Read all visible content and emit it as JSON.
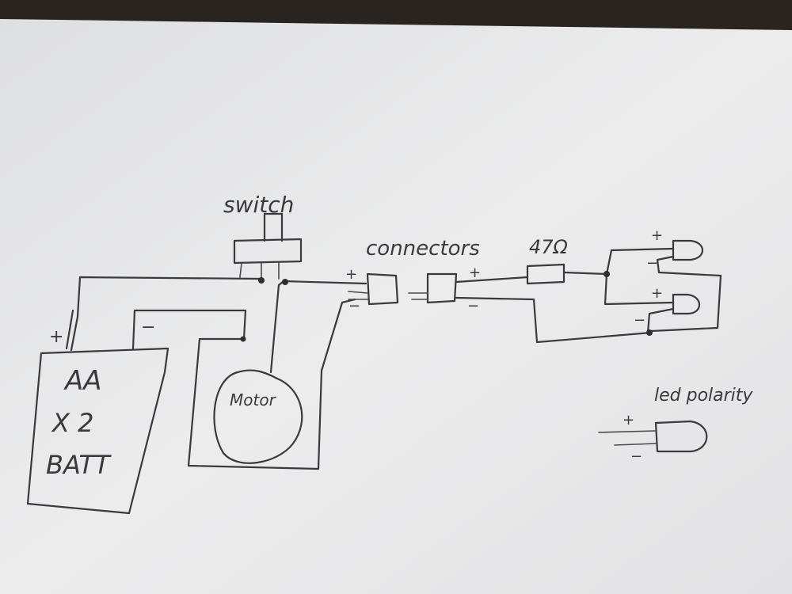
{
  "labels": {
    "switch": "switch",
    "connectors": "connectors",
    "resistor": "47Ω",
    "battery_line1": "AA",
    "battery_line2": "X 2",
    "battery_line3": "BATT",
    "motor": "Motor",
    "led_polarity": "led polarity",
    "plus": "+",
    "minus": "−"
  },
  "colors": {
    "paper": "#e9e9ea",
    "paper_shadow": "#d4d4d6",
    "ink": "#3a3a3c",
    "background": "#2a2420"
  }
}
